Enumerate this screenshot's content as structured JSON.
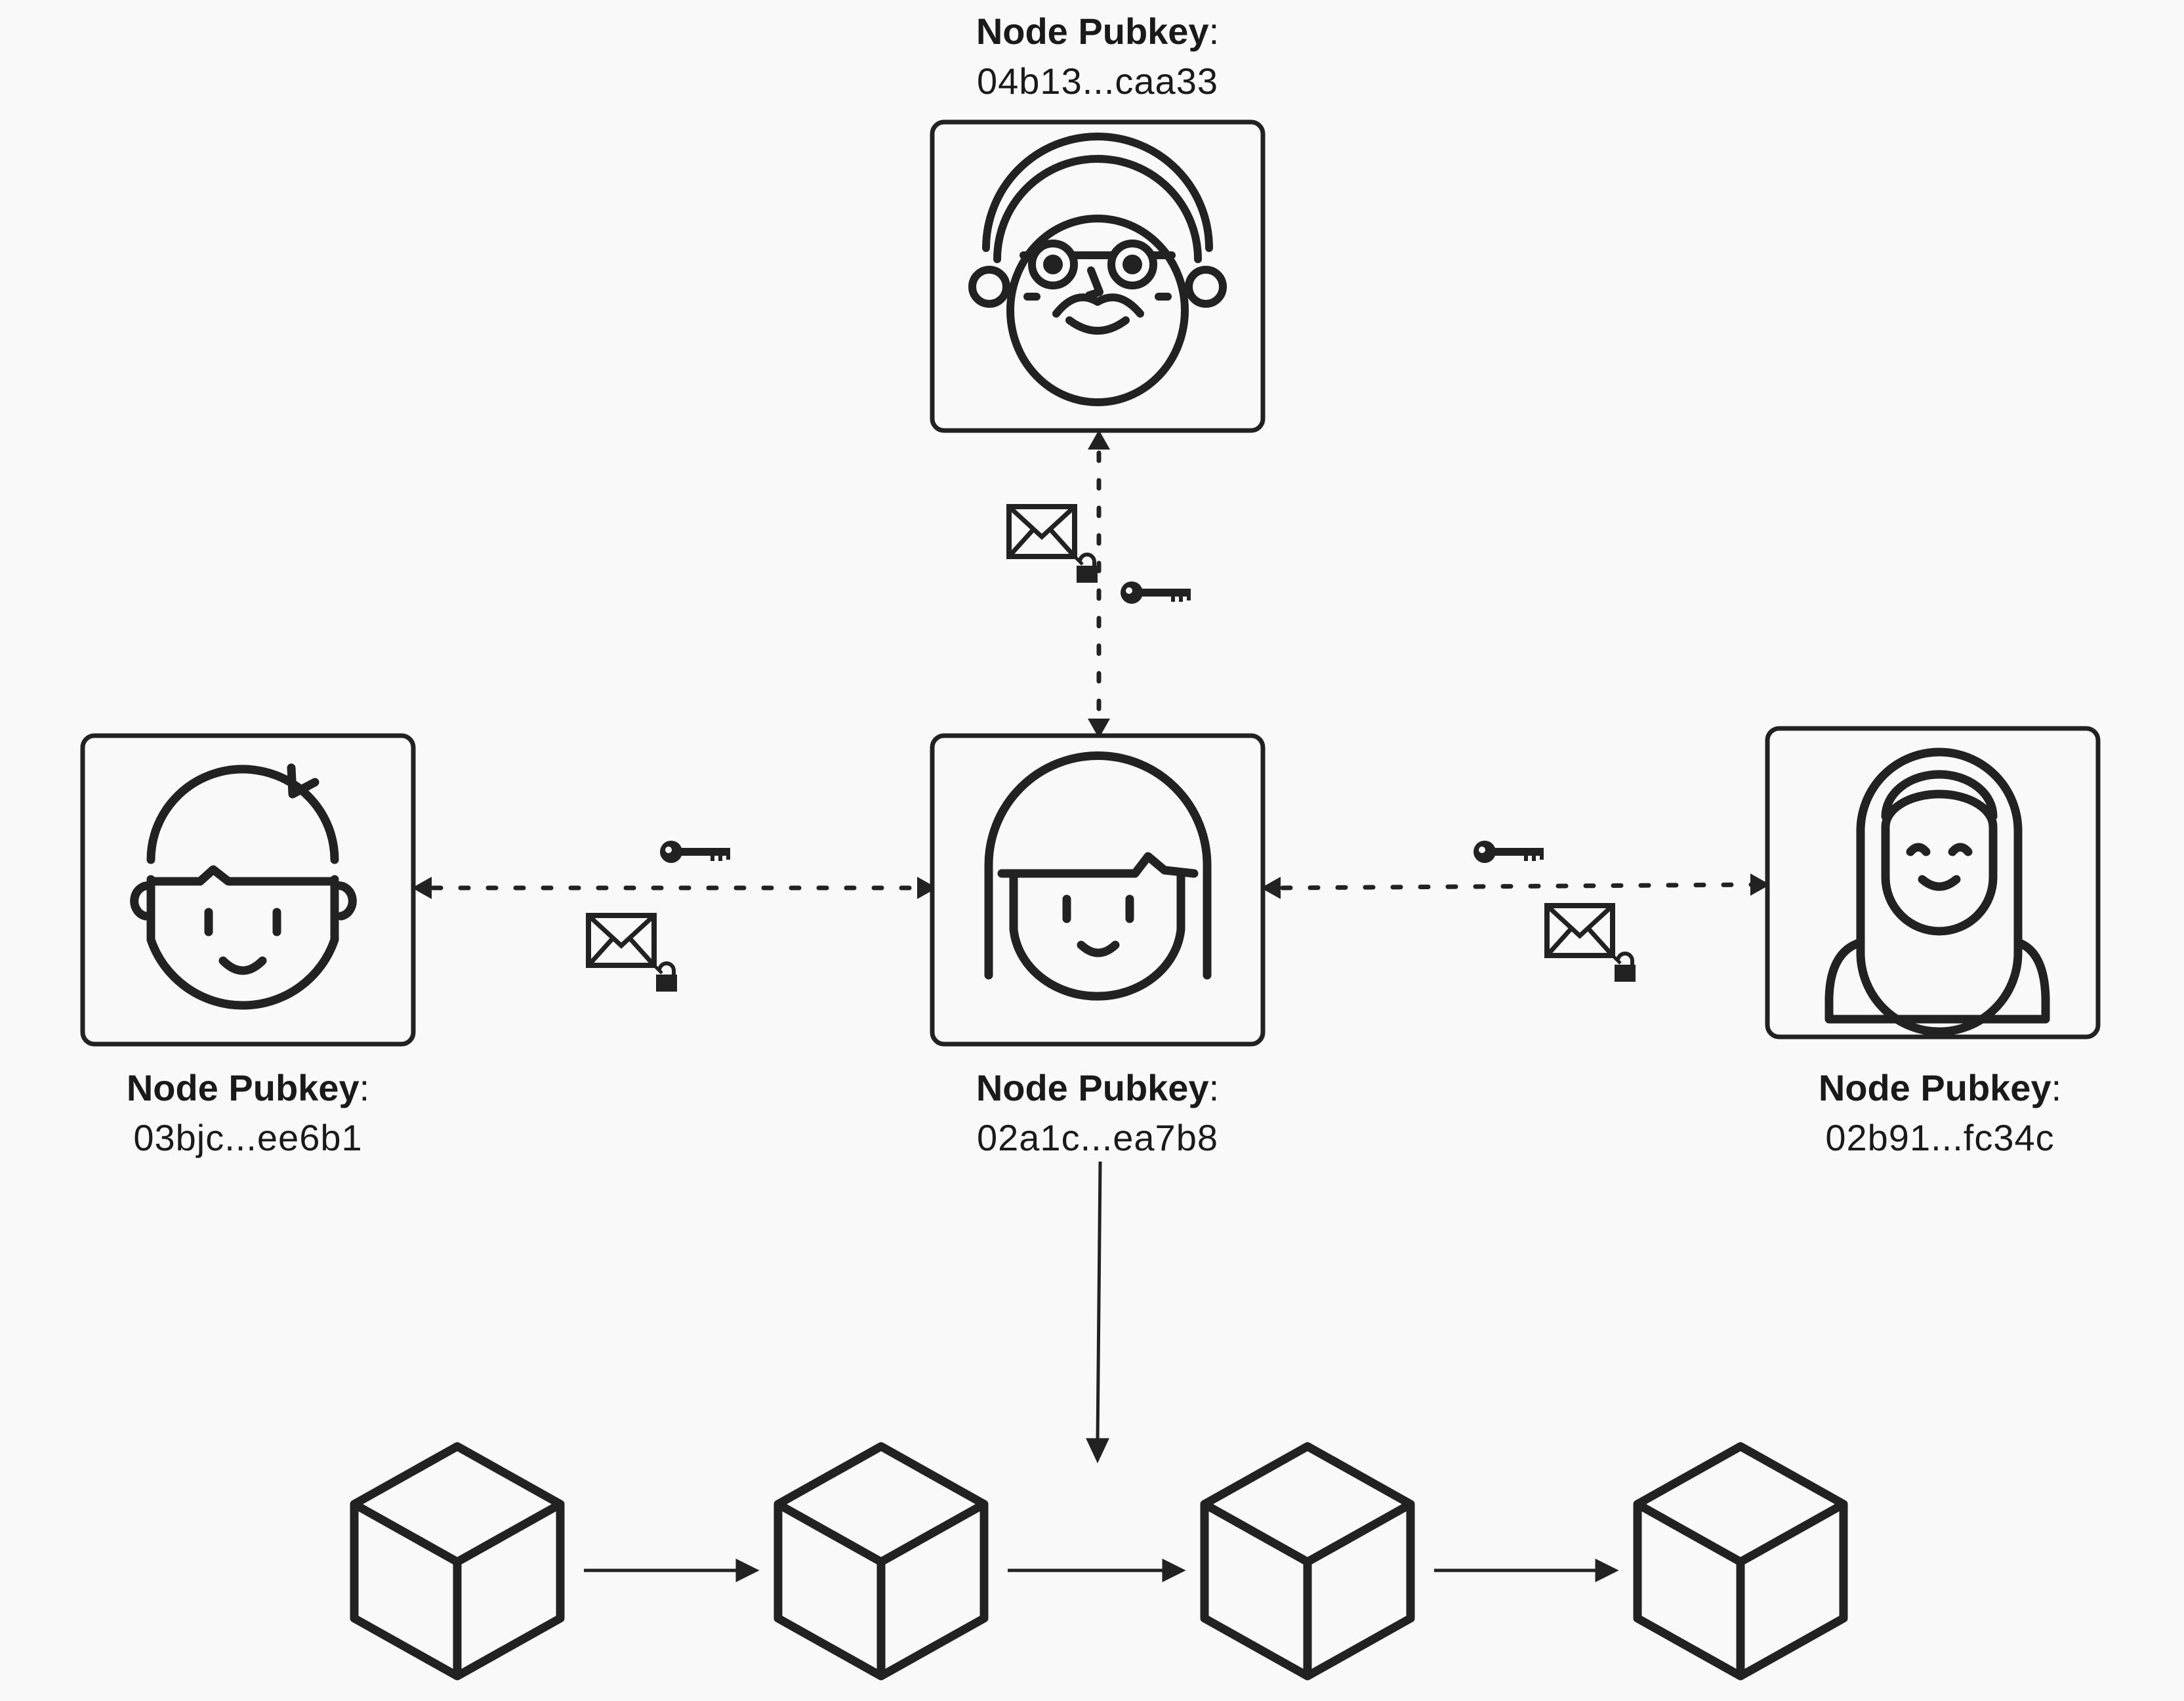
{
  "nodes": {
    "top": {
      "title": "Node Pubkey",
      "colon": ":",
      "pubkey": "04b13...caa33"
    },
    "left": {
      "title": "Node Pubkey",
      "colon": ":",
      "pubkey": "03bjc...ee6b1"
    },
    "center": {
      "title": "Node Pubkey",
      "colon": ":",
      "pubkey": "02a1c...ea7b8"
    },
    "right": {
      "title": "Node Pubkey",
      "colon": ":",
      "pubkey": "02b91...fc34c"
    }
  },
  "icons": {
    "avatars": [
      "old-man-avatar-icon",
      "boy-avatar-icon",
      "girl-avatar-icon",
      "hijab-woman-avatar-icon"
    ],
    "channel_items": [
      "locked-envelope-icon",
      "key-icon"
    ],
    "chain": [
      "block-cube-icon",
      "block-cube-icon",
      "block-cube-icon",
      "block-cube-icon"
    ]
  },
  "colors": {
    "stroke": "#222222",
    "background": "#f9f9f9"
  }
}
